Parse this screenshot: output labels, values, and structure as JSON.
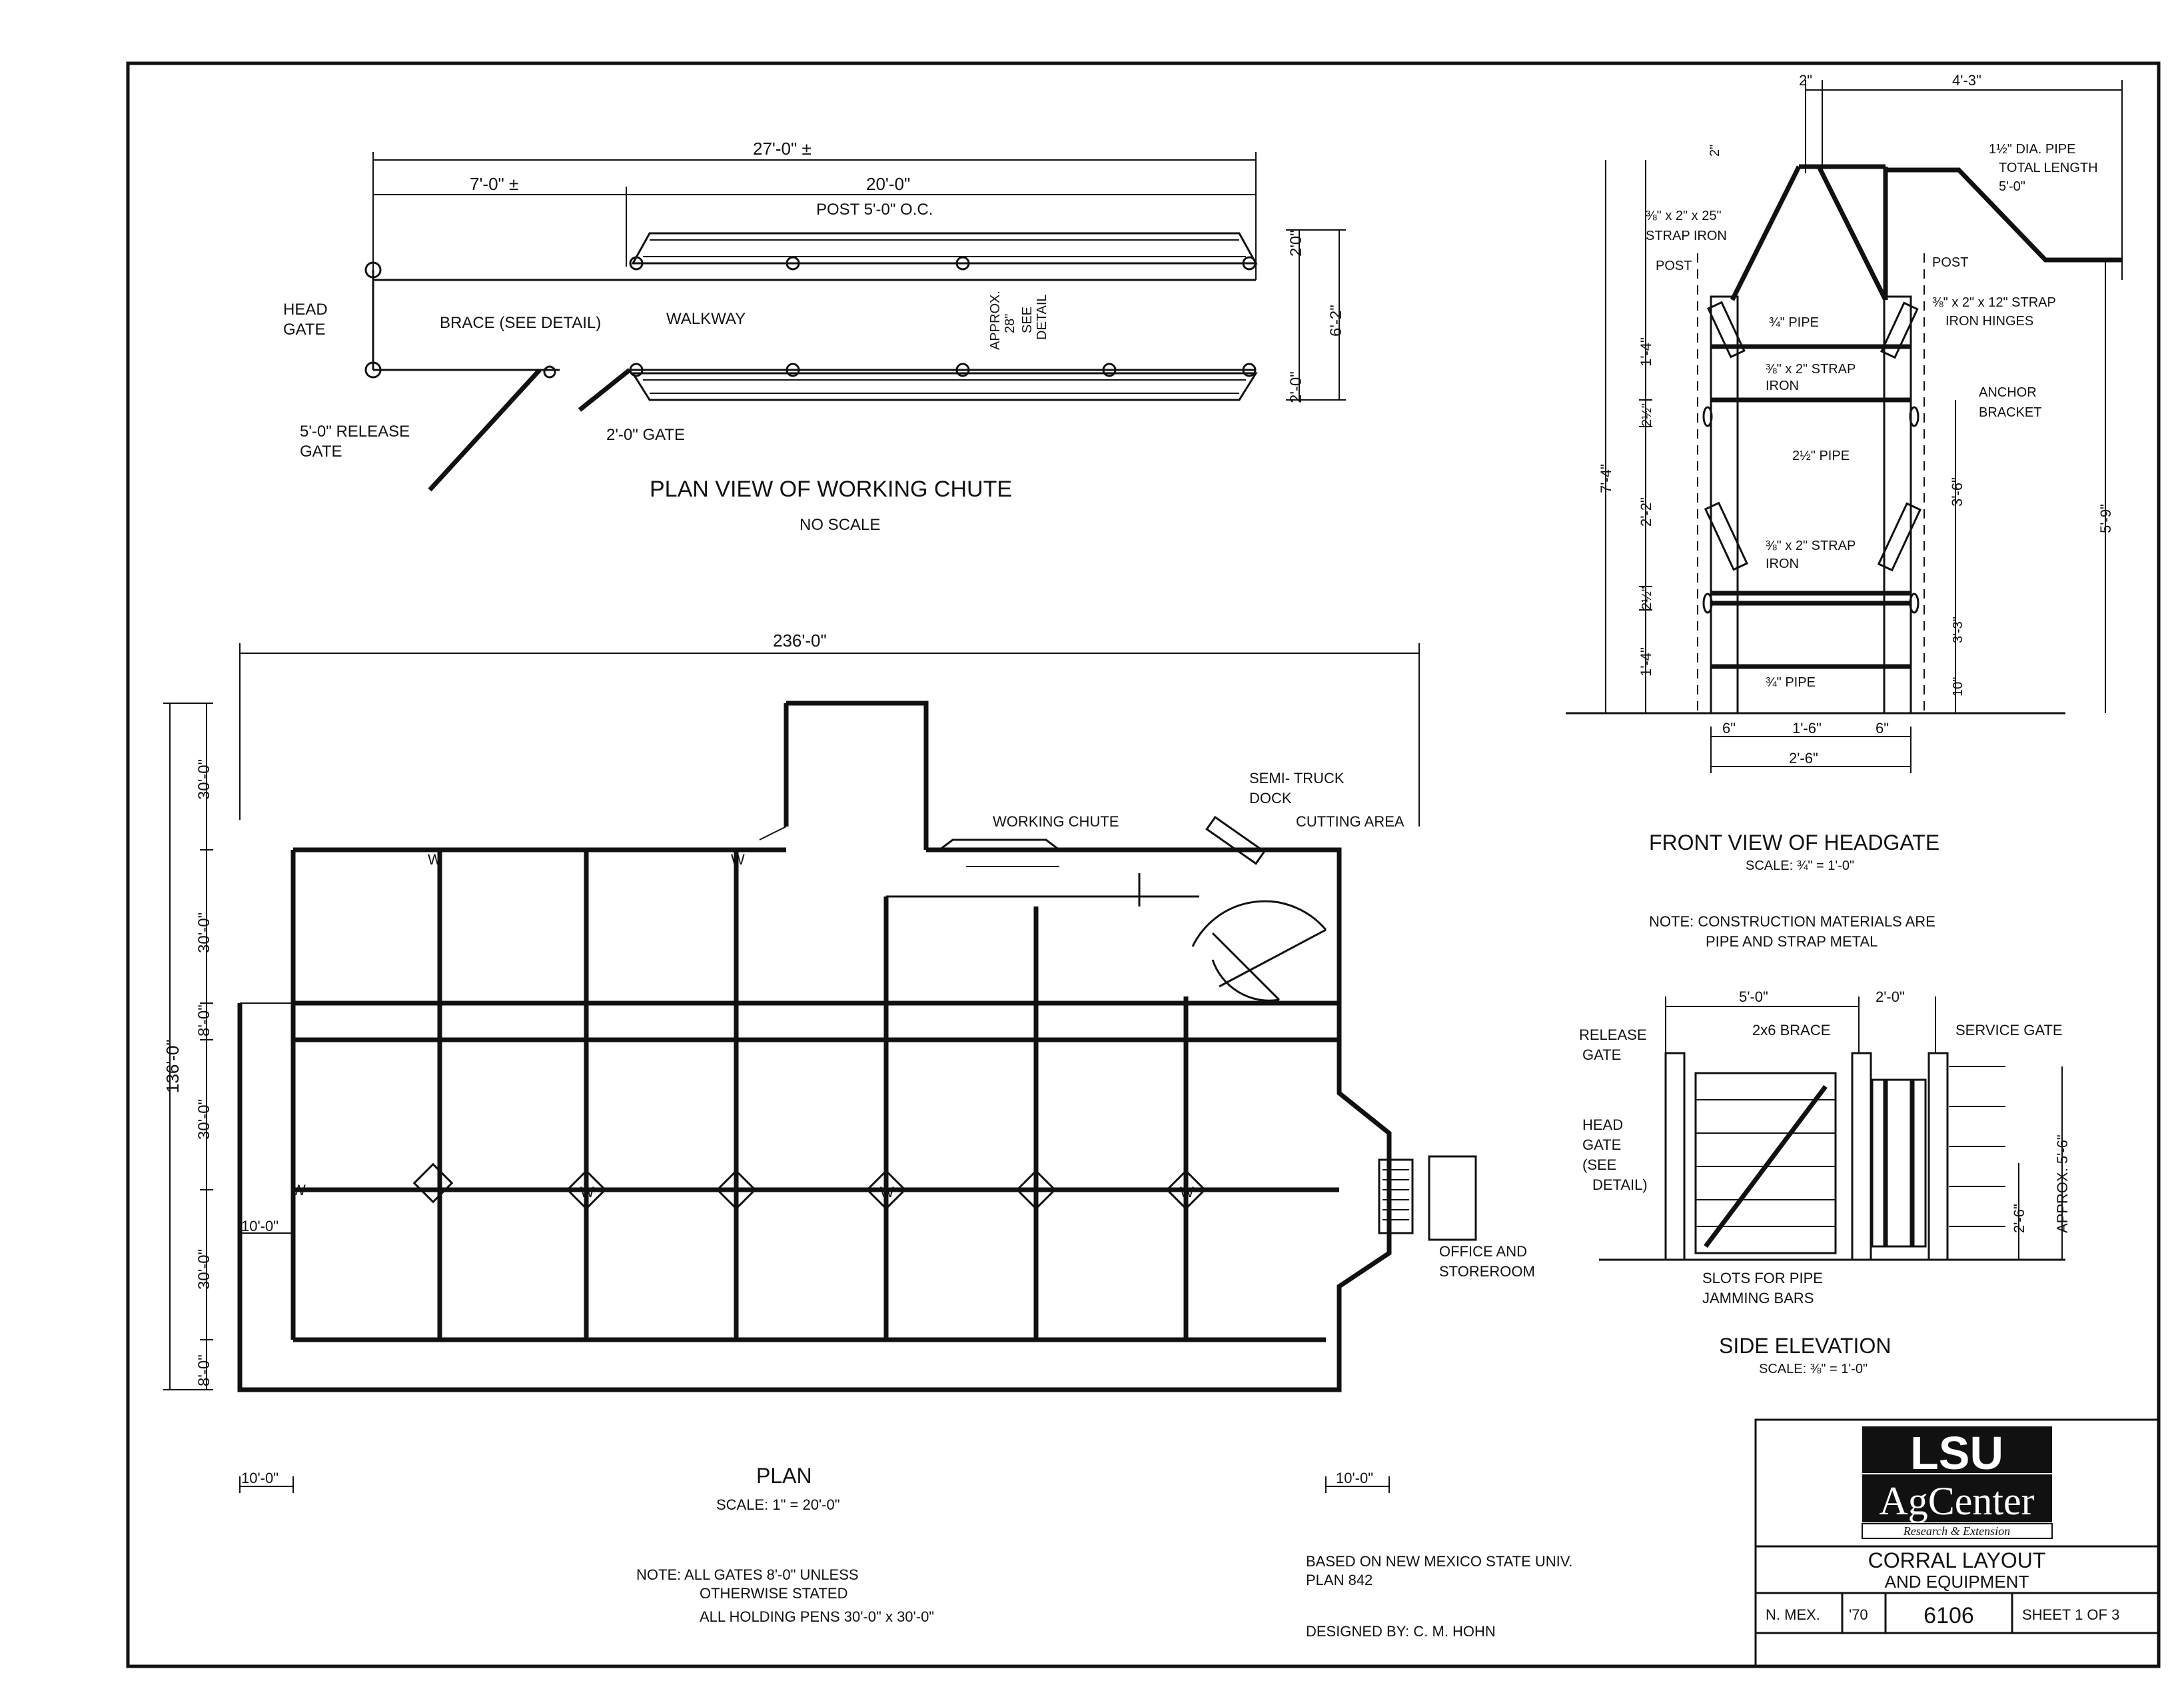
{
  "chute": {
    "overall": "27'-0\" ±",
    "left_len": "7'-0\" ±",
    "right_len": "20'-0\"",
    "post_spacing": "POST 5'-0\" O.C.",
    "headgate": [
      "HEAD",
      "GATE"
    ],
    "brace": "BRACE (SEE DETAIL)",
    "walkway": "WALKWAY",
    "width_note": [
      "APPROX.",
      "28\"",
      "SEE",
      "DETAIL"
    ],
    "dim_top": "2'0\"",
    "dim_bottom": "2'-0\"",
    "dim_total": "6'-2\"",
    "release": [
      "5'-0\" RELEASE",
      "GATE"
    ],
    "small_gate": "2'-0\" GATE",
    "title": "PLAN VIEW OF WORKING CHUTE",
    "scale": "NO SCALE"
  },
  "plan": {
    "width": "236'-0\"",
    "height": "136'-0\"",
    "side_dims": [
      "30'-0\"",
      "30'-0\"",
      "8'-0\"",
      "30'-0\"",
      "30'-0\"",
      "8'-0\""
    ],
    "alley": "10'-0\"",
    "bottom_left": "10'-0\"",
    "bottom_right": "10'-0\"",
    "semi_truck": [
      "SEMI- TRUCK",
      "DOCK"
    ],
    "working_chute": "WORKING CHUTE",
    "cutting_area": "CUTTING AREA",
    "office": [
      "OFFICE AND",
      "STOREROOM"
    ],
    "water_mark": "W",
    "title": "PLAN",
    "scale": "SCALE: 1\" = 20'-0\""
  },
  "headgate": {
    "top_dim1": "2\"",
    "top_dim2": "4'-3\"",
    "dim_small": "2\"",
    "pipe_note": [
      "1½\" DIA. PIPE",
      "TOTAL LENGTH",
      "5'-0\""
    ],
    "strap_iron": [
      "⅜\" x 2\" x 25\"",
      "STRAP IRON"
    ],
    "post_left": "POST",
    "post_right": "POST",
    "hinges": [
      "⅜\" x 2\" x 12\" STRAP",
      "IRON HINGES"
    ],
    "pipe_34_top": "¾\" PIPE",
    "strap_mid": [
      "⅜\" x 2\" STRAP",
      "IRON"
    ],
    "anchor": [
      "ANCHOR",
      "BRACKET"
    ],
    "pipe_212": "2½\" PIPE",
    "strap_low": [
      "⅜\" x 2\" STRAP",
      "IRON"
    ],
    "pipe_34_bottom": "¾\" PIPE",
    "left_dims": [
      "1'-4\"",
      "2½\"",
      "2'-2\"",
      "2½\"",
      "1'-4\""
    ],
    "overall_left": "7'-4\"",
    "right_dims": [
      "3'-6\"",
      "3'-3\"",
      "10\""
    ],
    "right_total": "5'-9\"",
    "bottom_dims": [
      "6\"",
      "1'-6\"",
      "6\""
    ],
    "bottom_total": "2'-6\"",
    "title": "FRONT VIEW OF HEADGATE",
    "scale": "SCALE: ¾\" = 1'-0\"",
    "note": [
      "NOTE: CONSTRUCTION MATERIALS ARE",
      "PIPE AND STRAP METAL"
    ]
  },
  "side": {
    "dim_a": "5'-0\"",
    "dim_b": "2'-0\"",
    "release": [
      "RELEASE",
      "GATE"
    ],
    "brace": "2x6 BRACE",
    "service": "SERVICE GATE",
    "headgate": [
      "HEAD",
      "GATE",
      "(SEE",
      "DETAIL)"
    ],
    "approx": "APPROX. 5'-6\"",
    "dim_h": "2'-6\"",
    "slots": [
      "SLOTS FOR PIPE",
      "JAMMING BARS"
    ],
    "title": "SIDE ELEVATION",
    "scale": "SCALE: ⅜\" = 1'-0\""
  },
  "notes": {
    "gates": [
      "NOTE:  ALL GATES 8'-0\" UNLESS",
      "OTHERWISE STATED",
      "ALL HOLDING PENS 30'-0\" x 30'-0\""
    ],
    "based": [
      "BASED ON NEW MEXICO STATE UNIV.",
      "PLAN 842"
    ],
    "designed": "DESIGNED  BY:  C. M. HOHN"
  },
  "title_block": {
    "logo_top": "LSU",
    "logo_mid": "AgCenter",
    "logo_sub": "Research & Extension",
    "title": "CORRAL LAYOUT",
    "subtitle": "AND EQUIPMENT",
    "state": "N. MEX.",
    "year": "'70",
    "number": "6106",
    "sheet": "SHEET 1 OF 3"
  }
}
